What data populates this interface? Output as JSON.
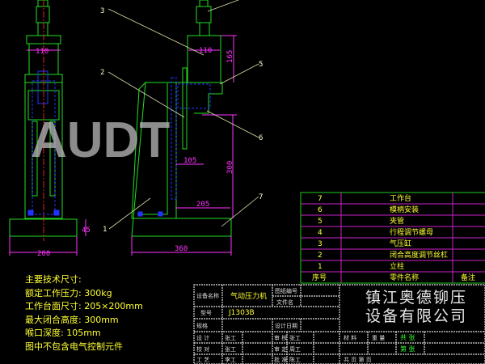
{
  "drawing": {
    "dimensions": {
      "left_width": "200",
      "left_cyl": "110",
      "left_base": "45",
      "right_cyl": "110",
      "cyl_height": "165",
      "throat": "105",
      "table_width": "205",
      "closing_height": "300",
      "base_width": "360"
    },
    "leaders": [
      "1",
      "2",
      "3",
      "5",
      "6",
      "7"
    ],
    "watermark": "AUDT"
  },
  "notes": {
    "title": "主要技术尺寸:",
    "lines": [
      "额定工作压力: 300kg",
      "工作台面尺寸: 205×200mm",
      "最大闭合高度: 300mm",
      "喉口深度: 105mm",
      "图中不包含电气控制元件"
    ]
  },
  "parts_table": {
    "rows": [
      {
        "no": "7",
        "name": "工作台"
      },
      {
        "no": "6",
        "name": "模柄安装"
      },
      {
        "no": "5",
        "name": "夹管"
      },
      {
        "no": "4",
        "name": "行程调节螺母"
      },
      {
        "no": "3",
        "name": "气压缸"
      },
      {
        "no": "2",
        "name": "闭合高度调节丝杠"
      },
      {
        "no": "1",
        "name": "立柱"
      }
    ],
    "header": {
      "no": "序号",
      "name": "零件名称",
      "remark": "备注"
    }
  },
  "title_block": {
    "device_name_label": "设备名称",
    "device_name": "气动压力机",
    "drawing_no_label": "图纸编号",
    "file_label": "文件名",
    "model_label": "型号",
    "model": "J1303B",
    "spec_label": "规格",
    "date_label": "设计日期",
    "company_line1": "镇江奥德铆压",
    "company_line2": "设备有限公司",
    "r1": [
      "设 计",
      "张工",
      "",
      "审 核",
      "张工",
      "",
      "材 料",
      "重 量",
      "共 张"
    ],
    "r2": [
      "校 对",
      "张工",
      "",
      "审 定",
      "周工",
      "",
      "",
      "",
      "第 张"
    ],
    "r3": [
      "工 艺",
      "李工",
      "",
      "批 准",
      "陈工",
      "",
      "共 页 第 页"
    ]
  }
}
